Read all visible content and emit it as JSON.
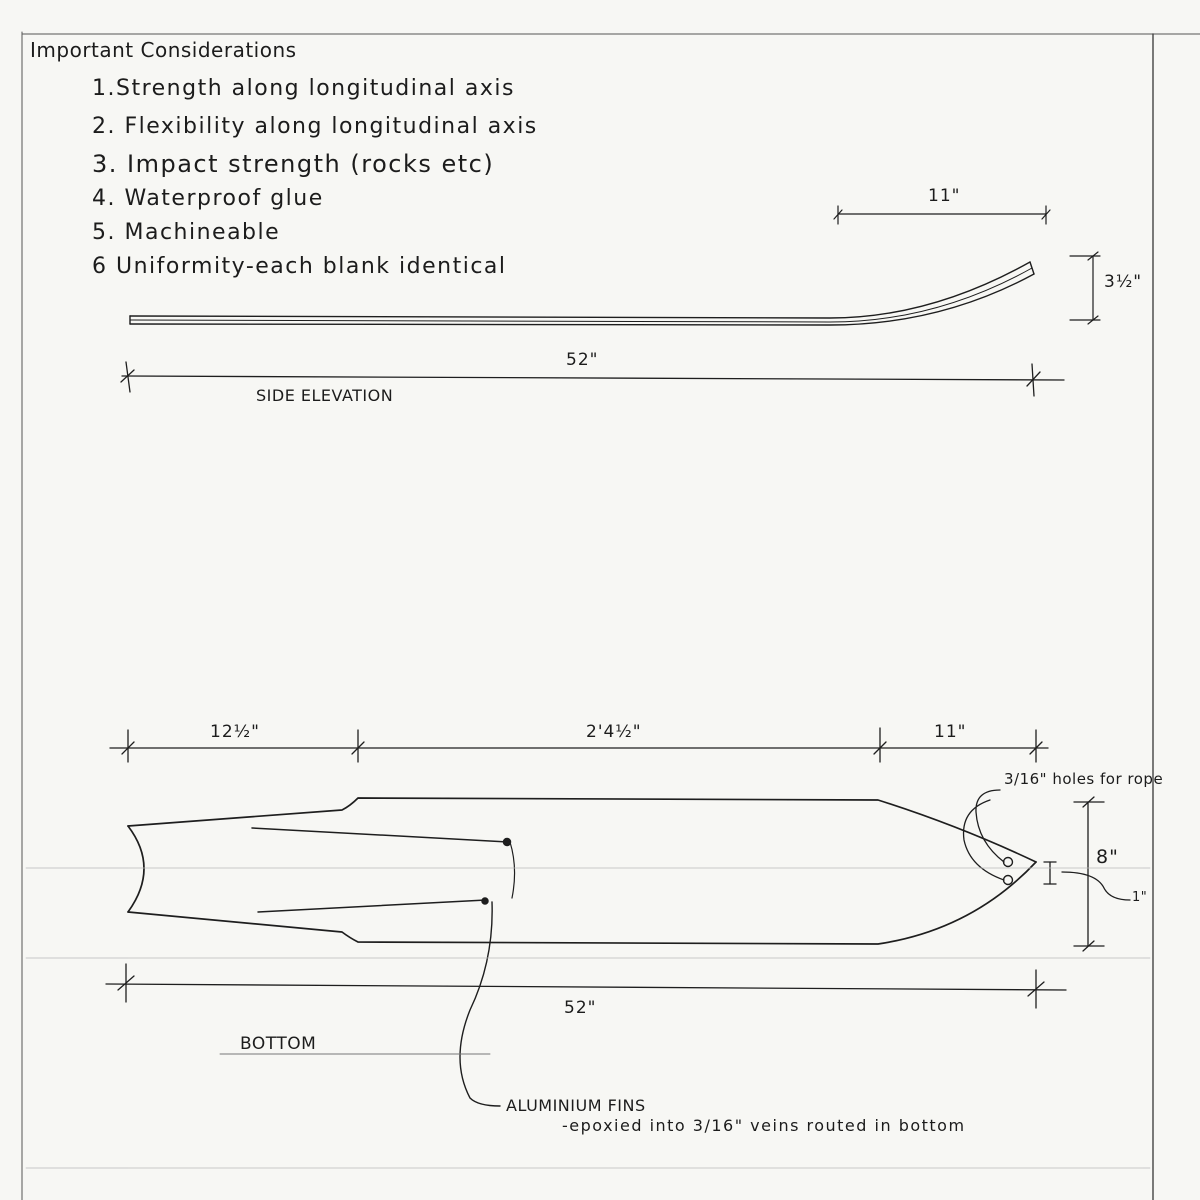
{
  "considerations": {
    "title": "Important Considerations",
    "items": [
      "1.Strength along longitudinal axis",
      "2. Flexibility along longitudinal axis",
      "3. Impact strength (rocks etc)",
      "4. Waterproof glue",
      "5. Machineable",
      "6 Uniformity-each blank identical"
    ]
  },
  "side_elevation": {
    "label": "SIDE ELEVATION",
    "length_dim": "52\"",
    "tip_length_dim": "11\"",
    "tip_height_dim": "3½\""
  },
  "bottom": {
    "label": "BOTTOM",
    "dim_tail": "12½\"",
    "dim_middle": "2'4½\"",
    "dim_nose": "11\"",
    "length_dim": "52\"",
    "width_dim": "8\"",
    "hole_spacing_dim": "1\"",
    "holes_note": "3/16\" holes for rope",
    "fins_label": "ALUMINIUM FINS",
    "fins_note": "-epoxied into 3/16\" veins routed in bottom"
  }
}
